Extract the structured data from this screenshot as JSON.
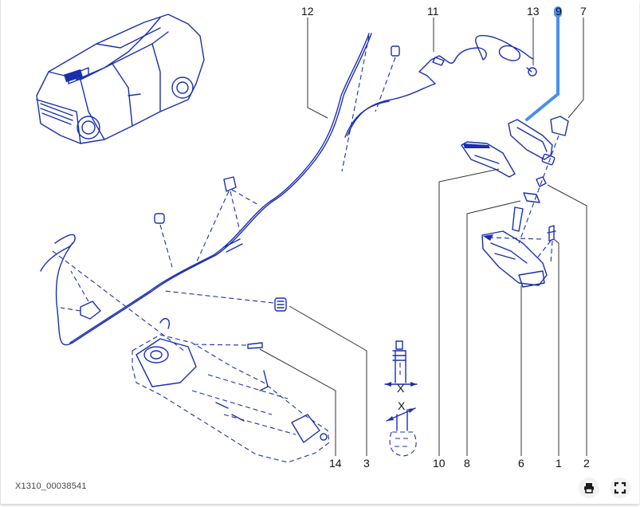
{
  "diagram": {
    "reference_code": "X1310_00038541",
    "highlighted_callout": "9",
    "highlight_color": "#4a90f0",
    "line_color": "#1a2fb0",
    "callouts_top": [
      {
        "id": "12",
        "label": "12"
      },
      {
        "id": "11",
        "label": "11"
      },
      {
        "id": "13",
        "label": "13"
      },
      {
        "id": "9",
        "label": "9"
      },
      {
        "id": "7",
        "label": "7"
      }
    ],
    "callouts_bottom": [
      {
        "id": "14",
        "label": "14"
      },
      {
        "id": "3",
        "label": "3"
      },
      {
        "id": "10",
        "label": "10"
      },
      {
        "id": "8",
        "label": "8"
      },
      {
        "id": "6",
        "label": "6"
      },
      {
        "id": "1",
        "label": "1"
      },
      {
        "id": "2",
        "label": "2"
      }
    ],
    "detail_labels": {
      "dimension_top": "X",
      "dimension_bottom": "X"
    }
  },
  "toolbar": {
    "print_icon": "print-icon",
    "fullscreen_icon": "fullscreen-icon"
  }
}
